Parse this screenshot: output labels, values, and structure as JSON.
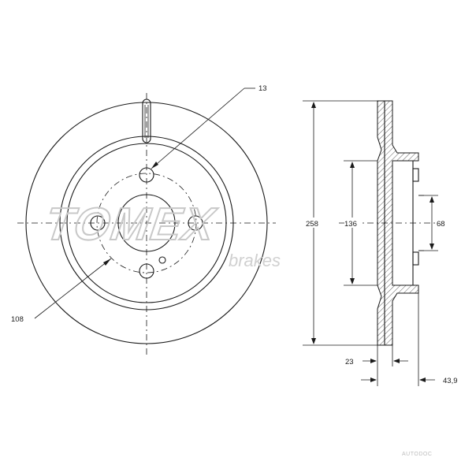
{
  "dimensions": {
    "bolt_hole": "13",
    "pcd": "108",
    "outer_diameter": "258",
    "hub_height": "136",
    "center_bore": "68",
    "disc_thickness": "23",
    "overall_height": "43,9"
  },
  "watermark": {
    "brand": "TOMEX",
    "tagline": "brakes"
  },
  "corner_mark": "AUTODOC",
  "colors": {
    "line": "#1a1a1a",
    "watermark": "#c8c8c8"
  }
}
